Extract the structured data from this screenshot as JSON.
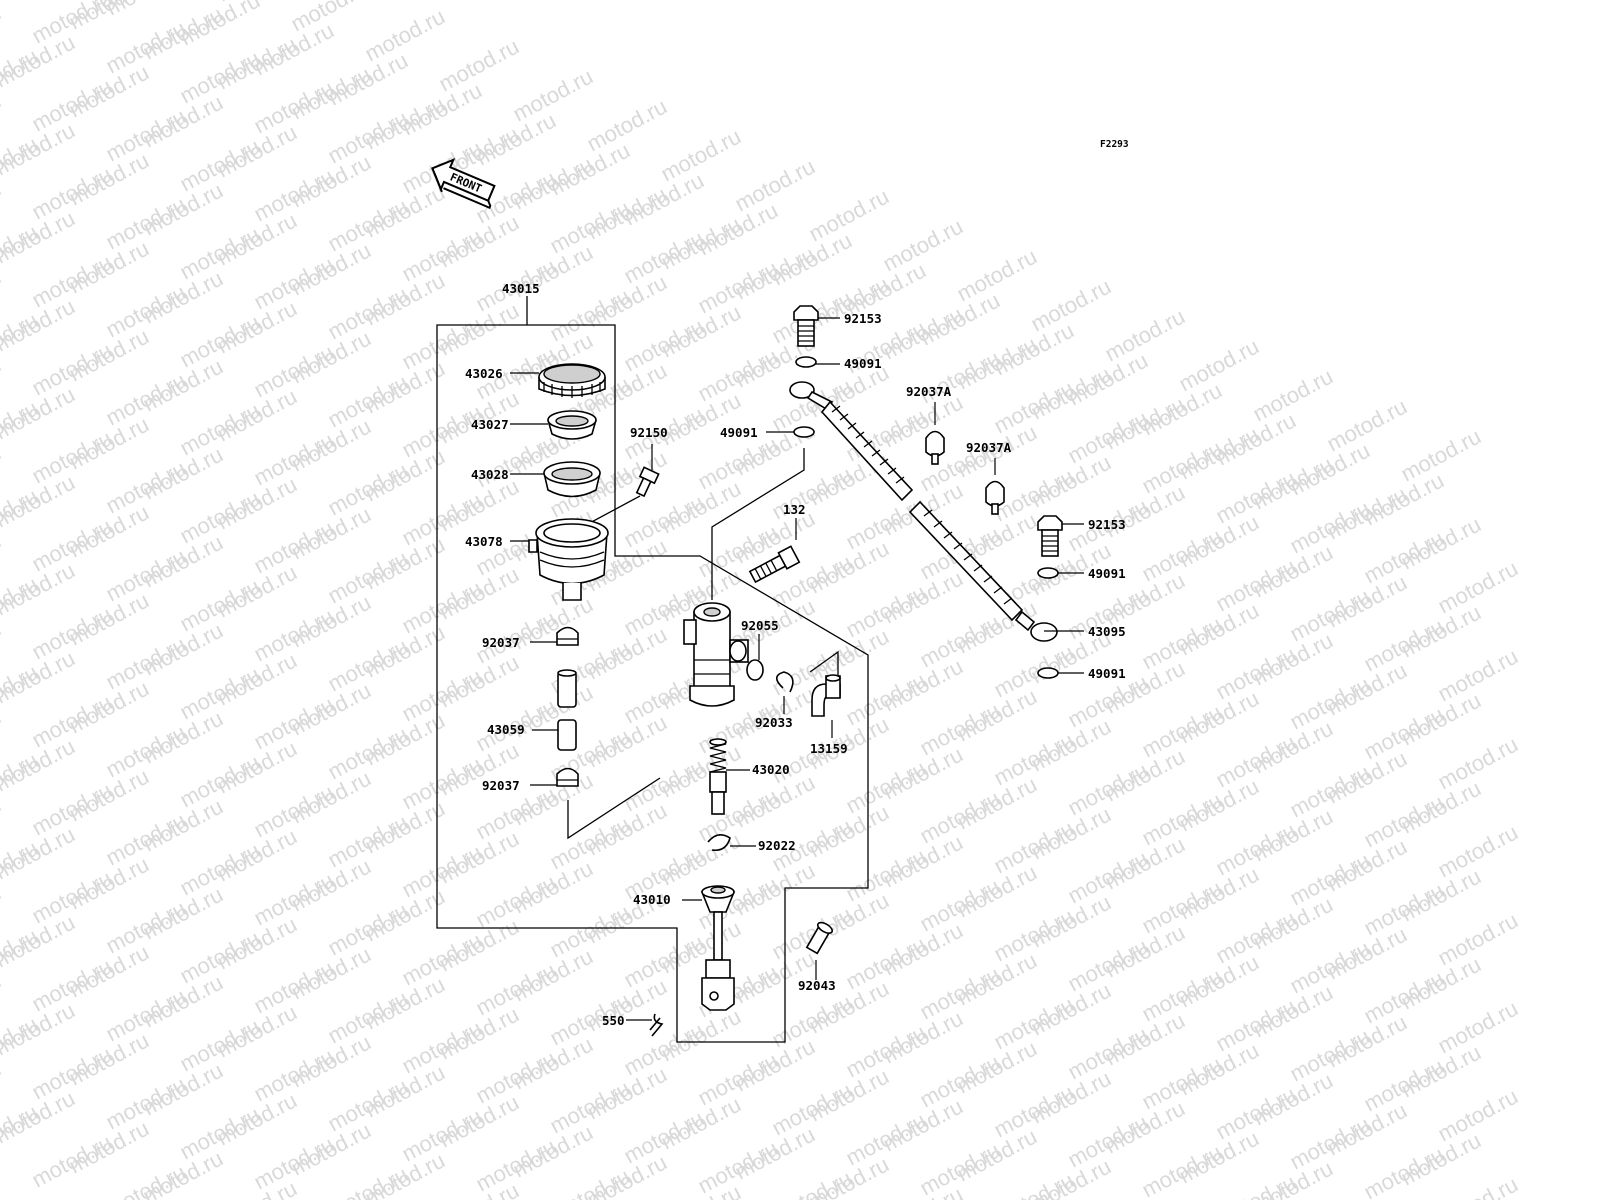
{
  "watermark": "motod.ru",
  "diagram_code": "F2293",
  "front_label": "FRONT",
  "callouts": {
    "c43015": "43015",
    "c43026": "43026",
    "c43027": "43027",
    "c43028": "43028",
    "c43078": "43078",
    "c92037a": "92037",
    "c43059": "43059",
    "c92037b": "92037",
    "c92150": "92150",
    "c92153a": "92153",
    "c49091a": "49091",
    "c49091b": "49091",
    "c92037Aa": "92037A",
    "c92037Ab": "92037A",
    "c132": "132",
    "c92153b": "92153",
    "c49091c": "49091",
    "c43095": "43095",
    "c49091d": "49091",
    "c92055": "92055",
    "c92033": "92033",
    "c13159": "13159",
    "c43020": "43020",
    "c92022": "92022",
    "c43010": "43010",
    "c92043": "92043",
    "c550": "550"
  }
}
